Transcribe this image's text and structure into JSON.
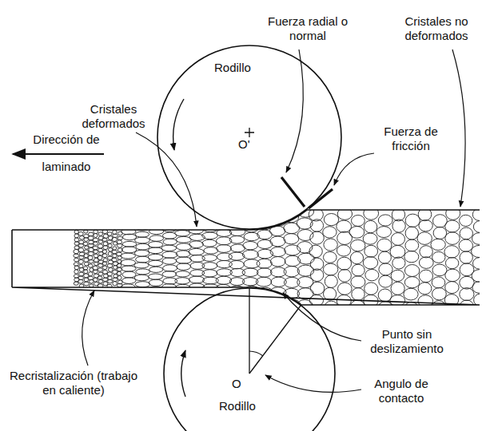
{
  "diagram": {
    "nodes": [
      {
        "text": [
          "Rodillo",
          "O'"
        ]
      },
      {
        "text": [
          "O",
          "Rodillo"
        ]
      }
    ],
    "labels": [
      "Fuerza radial o normal",
      "Cristales no deformados",
      "Cristales deformados",
      "Dirección de laminado",
      "Fuerza de fricción",
      "Punto sin deslizamiento",
      "Recristalización (trabajo en caliente)",
      "Angulo de contacto"
    ]
  }
}
